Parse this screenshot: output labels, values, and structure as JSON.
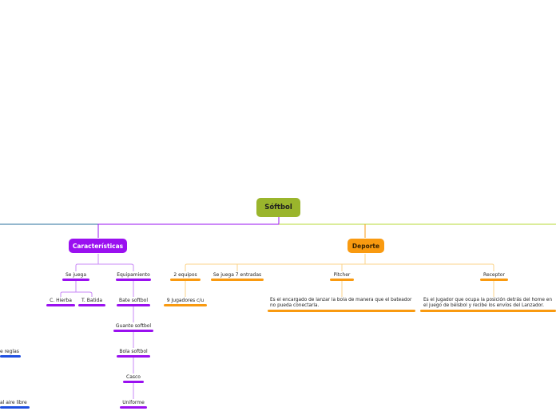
{
  "root": {
    "label": "Sóftbol"
  },
  "colors": {
    "root": "#9ab52c",
    "purple": "#9a10f0",
    "orange": "#f99a10",
    "blue": "#1f4fe0",
    "lime": "#b7d936",
    "teal": "#2a6f9c"
  },
  "branches": {
    "caracteristicas": {
      "label": "Características",
      "se_juega": {
        "label": "Se juega",
        "children": [
          "C. Hierba",
          "T. Batida"
        ]
      },
      "equipamiento": {
        "label": "Equipamiento",
        "children": [
          "Bate softbol",
          "Guante softbol",
          "Bola softbol",
          "Casco",
          "Uniforme"
        ]
      }
    },
    "deporte": {
      "label": "Deporte",
      "dos_equipos": {
        "label": "2 equipos",
        "children": [
          "9 Jugadores c/u"
        ]
      },
      "entradas": {
        "label": "Se juega 7 entradas"
      },
      "pitcher": {
        "label": "Pitcher",
        "desc": "Es el encargado de lanzar la bola de manera que el bateador no pueda conectarla."
      },
      "receptor": {
        "label": "Receptor",
        "desc": "Es el jugador que ocupa la posición detrás del home en el juego de béisbol y recibe los envíos del Lanzador."
      }
    },
    "left_cut": {
      "items": [
        "e reglas",
        "al aire libre"
      ]
    }
  }
}
